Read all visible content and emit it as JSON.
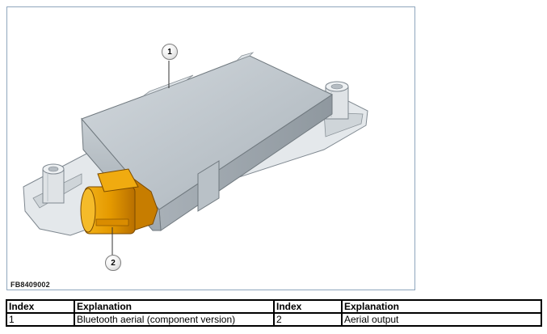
{
  "figure": {
    "code": "FB8409002",
    "callouts": [
      "1",
      "2"
    ]
  },
  "legend": {
    "headers": [
      "Index",
      "Explanation",
      "Index",
      "Explanation"
    ],
    "rows": [
      [
        "1",
        "Bluetooth aerial (component version)",
        "2",
        "Aerial output"
      ]
    ]
  },
  "colors": {
    "frame_border": "#8fa6bd",
    "housing": "#b4bcc3",
    "connector": "#e8a100"
  }
}
